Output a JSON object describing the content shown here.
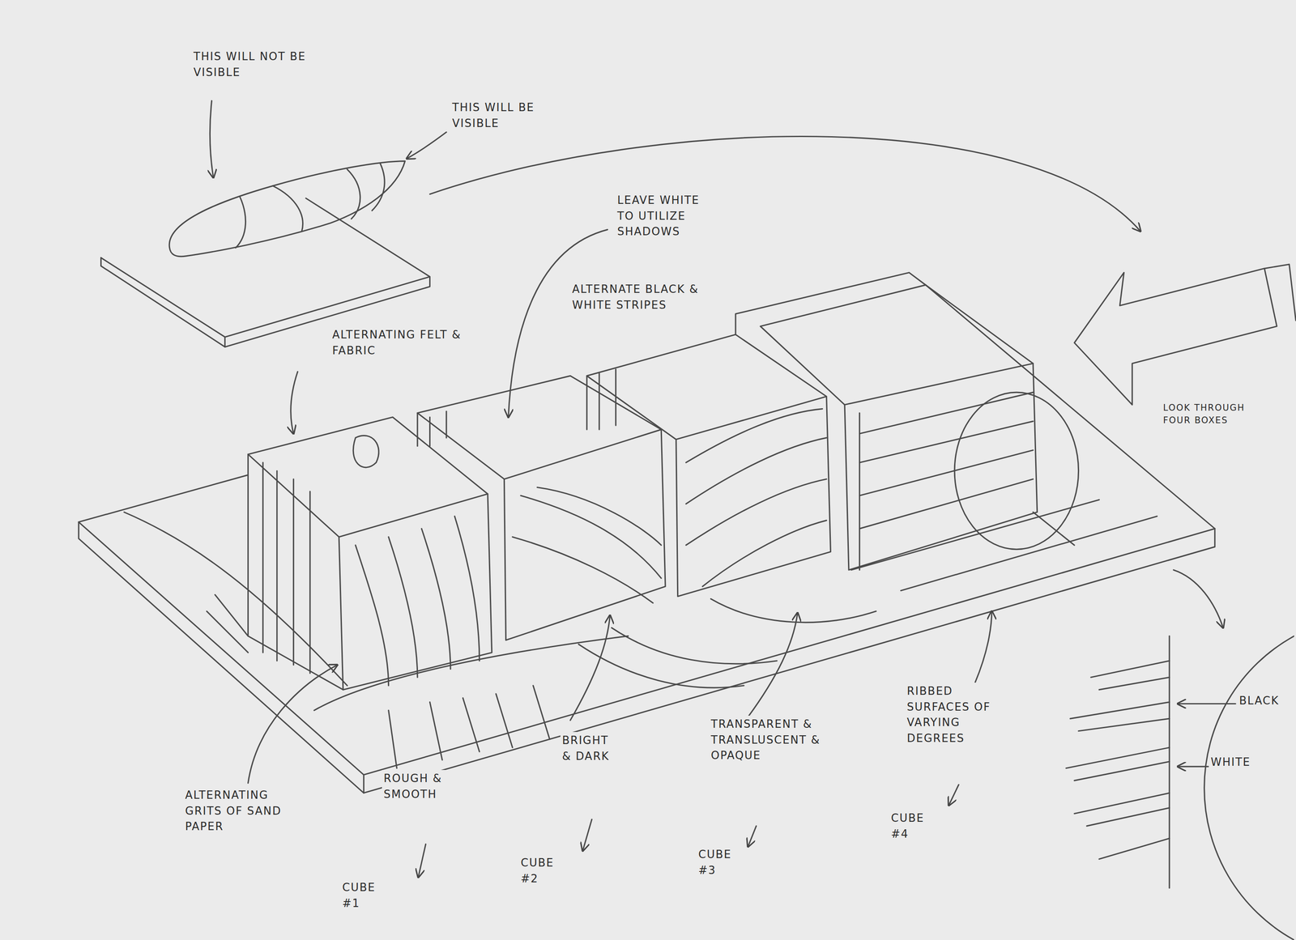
{
  "diagram": {
    "labels": [
      "THIS WILL NOT BE VISIBLE",
      "THIS WILL BE VISIBLE",
      "LEAVE WHITE TO UTILIZE SHADOWS",
      "ALTERNATE BLACK & WHITE STRIPES",
      "ALTERNATING FELT & FABRIC",
      "LOOK THROUGH FOUR BOXES",
      "ALTERNATING GRITS OF SAND PAPER",
      "ROUGH & SMOOTH",
      "BRIGHT & DARK",
      "TRANSPARENT & TRANSLUSCENT & OPAQUE",
      "RIBBED SURFACES OF VARYING DEGREES",
      "CUBE #1",
      "CUBE #2",
      "CUBE #3",
      "CUBE #4",
      "BLACK",
      "WHITE"
    ]
  }
}
